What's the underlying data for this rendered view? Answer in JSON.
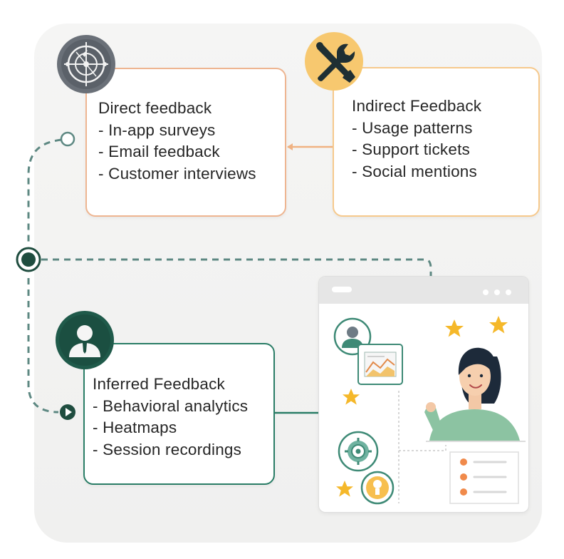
{
  "cards": {
    "direct": {
      "title": "Direct feedback",
      "items": [
        "- In-app surveys",
        "- Email feedback",
        "- Customer interviews"
      ]
    },
    "indirect": {
      "title": "Indirect Feedback",
      "items": [
        "- Usage patterns",
        "- Support tickets",
        "- Social mentions"
      ]
    },
    "inferred": {
      "title": "Inferred Feedback",
      "items": [
        "- Behavioral analytics",
        "- Heatmaps",
        "- Session recordings"
      ]
    }
  },
  "icons": {
    "direct": "compass-icon",
    "indirect": "tools-icon",
    "inferred": "person-icon"
  },
  "colors": {
    "teal_dark": "#1f4d3f",
    "teal": "#2a7d66",
    "teal_line": "#5d8882",
    "orange_border": "#eeb591",
    "amber_border": "#f6c98c",
    "star": "#f5b82a",
    "text": "#262626"
  }
}
